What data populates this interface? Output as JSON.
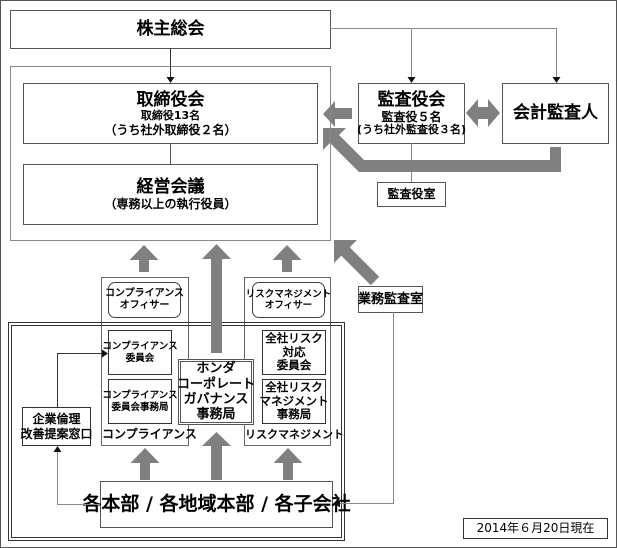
{
  "nodes": {
    "shareholders_meeting": {
      "label": "株主総会"
    },
    "board_of_directors": {
      "title": "取締役会",
      "line1": "取締役13名",
      "line2": "（うち社外取締役２名）"
    },
    "executive_council": {
      "title": "経営会議",
      "line1": "（専務以上の執行役員）"
    },
    "audit_board": {
      "title": "監査役会",
      "line1": "監査役５名",
      "line2": "(うち社外監査役３名)"
    },
    "accounting_auditor": {
      "label": "会計監査人"
    },
    "audit_office": {
      "label": "監査役室"
    },
    "internal_audit": {
      "label": "業務監査室"
    },
    "compliance_officer": {
      "lines": [
        "コンプライアンス",
        "オフィサー"
      ]
    },
    "risk_officer": {
      "lines": [
        "リスクマネジメント",
        "オフィサー"
      ]
    },
    "compliance_committee": {
      "lines": [
        "コンプライアンス",
        "委員会"
      ]
    },
    "compliance_secretariat": {
      "lines": [
        "コンプライアンス",
        "委員会事務局"
      ]
    },
    "compliance_group": {
      "label": "コンプライアンス"
    },
    "honda_cg_office": {
      "lines": [
        "ホンダ",
        "コーポレート",
        "ガバナンス",
        "事務局"
      ]
    },
    "risk_committee": {
      "lines": [
        "全社リスク",
        "対応",
        "委員会"
      ]
    },
    "risk_secretariat": {
      "lines": [
        "全社リスク",
        "マネジメント",
        "事務局"
      ]
    },
    "risk_group": {
      "label": "リスクマネジメント"
    },
    "ethics_window": {
      "lines": [
        "企業倫理",
        "改善提案窓口"
      ]
    },
    "divisions": {
      "label": "各本部 / 各地域本部 / 各子会社"
    }
  },
  "date_note": "2014年６月20日現在",
  "colors": {
    "block_arrow": "#808080",
    "connector_line": "#888888",
    "arrow_head": "#111111"
  }
}
